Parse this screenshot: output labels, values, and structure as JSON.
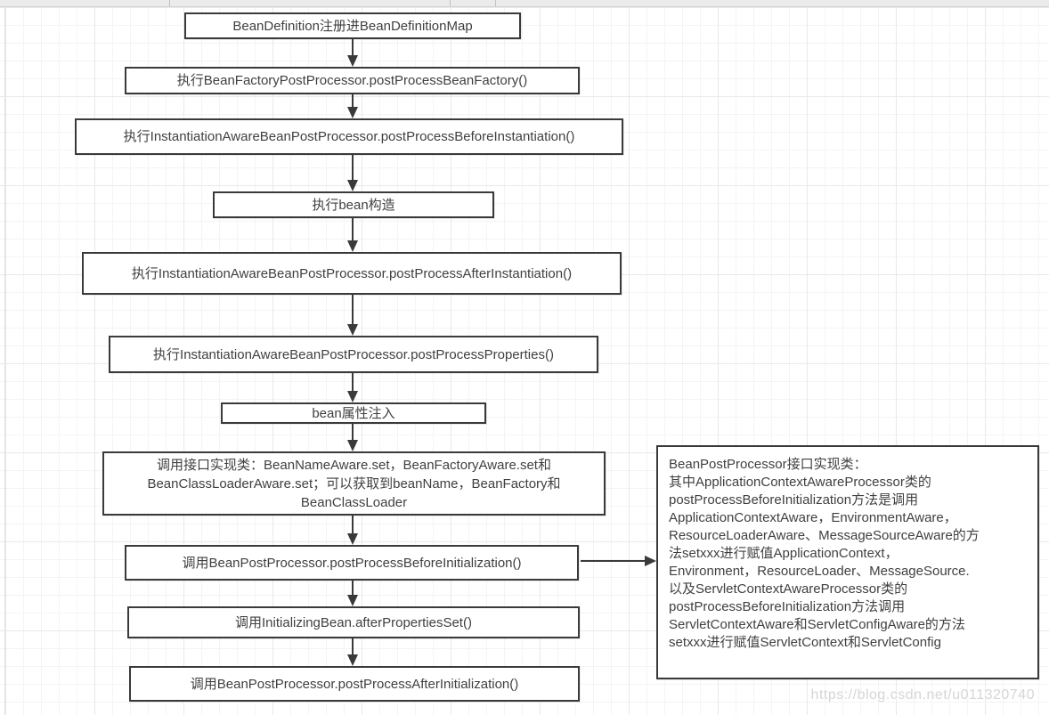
{
  "app": {
    "watermark": "https://blog.csdn.net/u011320740"
  },
  "colors": {
    "node_border": "#3a3a3a",
    "node_text": "#404040",
    "arrow": "#3a3a3a",
    "grid_minor": "#f4f4f4",
    "grid_major": "#e9e9e9",
    "canvas_bg": "#ffffff",
    "watermark_text": "#cfcfcf"
  },
  "flow": {
    "nodes": [
      {
        "label": "BeanDefinition注册进BeanDefinitionMap"
      },
      {
        "label": "执行BeanFactoryPostProcessor.postProcessBeanFactory()"
      },
      {
        "label": "执行InstantiationAwareBeanPostProcessor.postProcessBeforeInstantiation()"
      },
      {
        "label": "执行bean构造"
      },
      {
        "label": "执行InstantiationAwareBeanPostProcessor.postProcessAfterInstantiation()"
      },
      {
        "label": "执行InstantiationAwareBeanPostProcessor.postProcessProperties()"
      },
      {
        "label": "bean属性注入"
      },
      {
        "label": "调用接口实现类：BeanNameAware.set，BeanFactoryAware.set和\nBeanClassLoaderAware.set；可以获取到beanName，BeanFactory和\nBeanClassLoader"
      },
      {
        "label": "调用BeanPostProcessor.postProcessBeforeInitialization()"
      },
      {
        "label": "调用InitializingBean.afterPropertiesSet()"
      },
      {
        "label": "调用BeanPostProcessor.postProcessAfterInitialization()"
      }
    ],
    "note": {
      "text": "BeanPostProcessor接口实现类：\n其中ApplicationContextAwareProcessor类的\npostProcessBeforeInitialization方法是调用\nApplicationContextAware，EnvironmentAware，\nResourceLoaderAware、MessageSourceAware的方\n法setxxx进行赋值ApplicationContext，\nEnvironment，ResourceLoader、MessageSource.\n以及ServletContextAwareProcessor类的\npostProcessBeforeInitialization方法调用\nServletContextAware和ServletConfigAware的方法\nsetxxx进行赋值ServletContext和ServletConfig"
    }
  }
}
